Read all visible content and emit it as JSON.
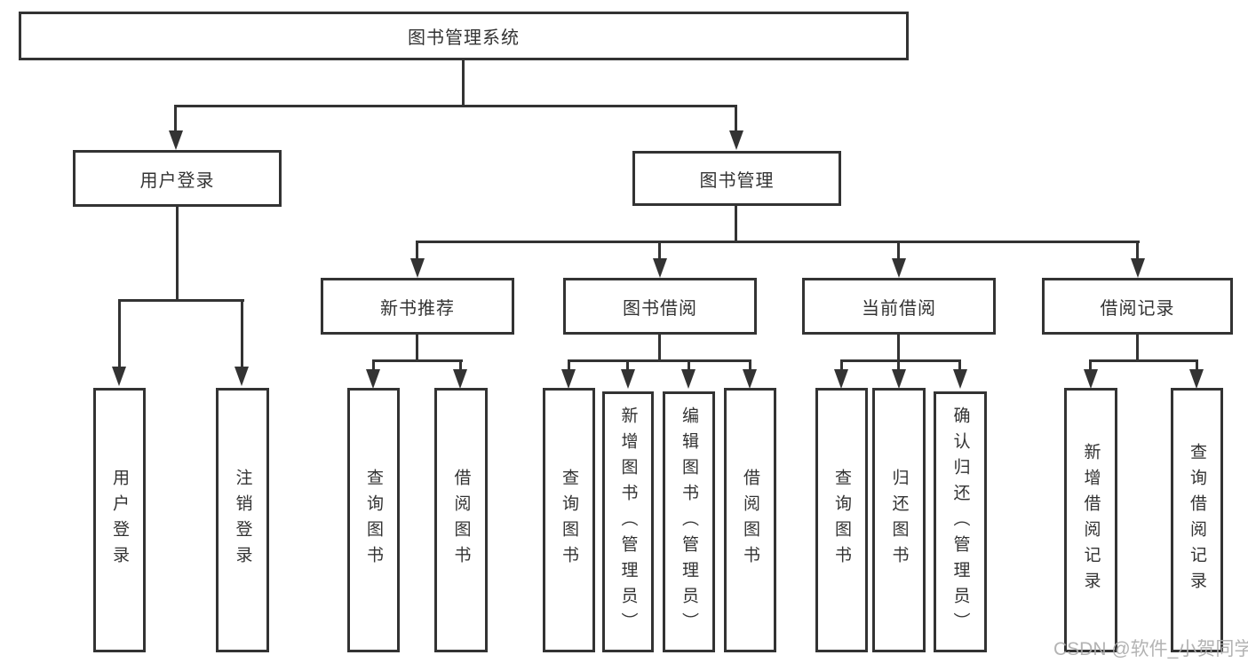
{
  "diagram": {
    "type": "hierarchy-tree",
    "root": {
      "label": "图书管理系统",
      "children": [
        {
          "label": "用户登录",
          "children": [
            {
              "label": "用户登录"
            },
            {
              "label": "注销登录"
            }
          ]
        },
        {
          "label": "图书管理",
          "children": [
            {
              "label": "新书推荐",
              "children": [
                {
                  "label": "查询图书"
                },
                {
                  "label": "借阅图书"
                }
              ]
            },
            {
              "label": "图书借阅",
              "children": [
                {
                  "label": "查询图书"
                },
                {
                  "label": "新增图书（管理员）"
                },
                {
                  "label": "编辑图书（管理员）"
                },
                {
                  "label": "借阅图书"
                }
              ]
            },
            {
              "label": "当前借阅",
              "children": [
                {
                  "label": "查询图书"
                },
                {
                  "label": "归还图书"
                },
                {
                  "label": "确认归还（管理员）"
                }
              ]
            },
            {
              "label": "借阅记录",
              "children": [
                {
                  "label": "新增借阅记录"
                },
                {
                  "label": "查询借阅记录"
                }
              ]
            }
          ]
        }
      ]
    }
  },
  "watermark": {
    "text": "CSDN @软件_小贺同学"
  },
  "colors": {
    "line": "#333333",
    "text": "#333333",
    "wm": "#ababab",
    "bg": "#ffffff"
  }
}
